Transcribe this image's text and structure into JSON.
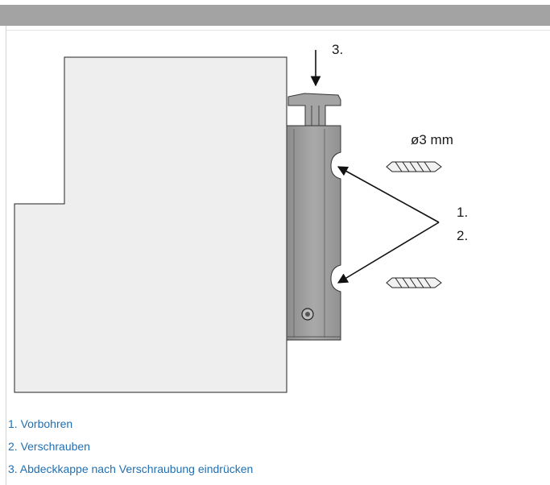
{
  "diagram": {
    "labels": {
      "step3": "3.",
      "diameter": "ø3 mm",
      "step1": "1.",
      "step2": "2."
    }
  },
  "legend": {
    "items": [
      "1. Vorbohren",
      "2. Verschrauben",
      "3. Abdeckkappe nach Verschraubung eindrücken"
    ]
  },
  "colors": {
    "header_bar": "#a3a3a3",
    "legend_text": "#1f6fb4",
    "surface_fill": "#eeeeee",
    "profile_fill": "#9b9b9b"
  }
}
